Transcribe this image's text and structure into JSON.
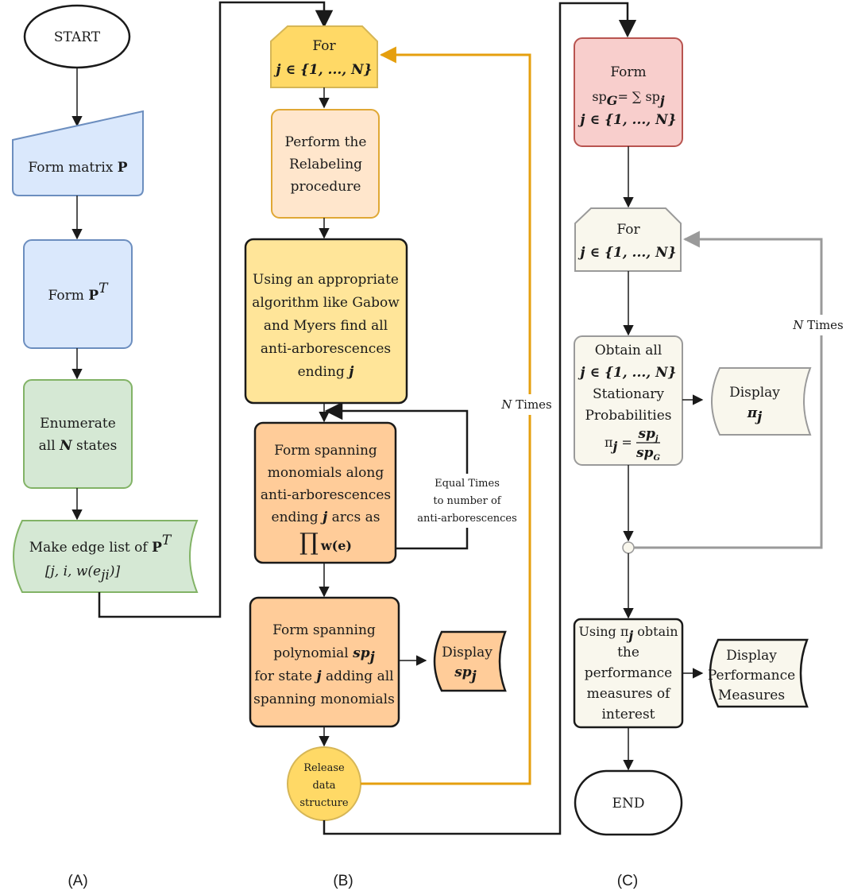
{
  "colors": {
    "blue_fill": "#dae8fc",
    "blue_stroke": "#6c8ebf",
    "green_fill": "#d5e8d4",
    "green_stroke": "#82b366",
    "yellow_fill": "#ffd966",
    "yellow_stroke": "#d6b656",
    "light_yellow_fill": "#fff2cc",
    "peach_fill": "#ffe6cc",
    "peach_stroke": "#d79b00",
    "orange_fill": "#ffcc99",
    "orange_loop": "#e59f0e",
    "red_fill": "#f8cecc",
    "red_stroke": "#b85450",
    "beige_fill": "#f9f7ed",
    "gray_stroke": "#9a9a9a"
  },
  "panel_a": {
    "label": "(A)",
    "start": "START",
    "form_matrix": "Form matrix P",
    "form_transpose": {
      "text": "Form ",
      "math": "P",
      "sup": "T"
    },
    "enumerate": [
      "Enumerate",
      "all N states"
    ],
    "edge_list": {
      "line1_text": "Make edge list of ",
      "line1_math": "P",
      "line1_sup": "T",
      "line2": "[j, i, w(e",
      "line2_sub": "ji",
      "line2_end": ")]"
    }
  },
  "panel_b": {
    "label": "(B)",
    "for_loop": [
      "For",
      "j ∈ {1, ..., N}"
    ],
    "relabel": [
      "Perform the",
      "Relabeling",
      "procedure"
    ],
    "gabow": [
      "Using an appropriate",
      "algorithm like Gabow",
      "and Myers find all",
      "anti-arborescences",
      "ending j"
    ],
    "monomials": [
      "Form spanning",
      "monomials along",
      "anti-arborescences",
      "ending j  arcs as",
      "∏ w(e)"
    ],
    "inner_loop_label": [
      "Equal Times",
      "to number of",
      "anti-arborescences"
    ],
    "polynomial": [
      "Form spanning",
      "polynomial sp",
      "for state j adding all",
      "spanning monomials"
    ],
    "display_sp": [
      "Display",
      "sp"
    ],
    "release": [
      "Release",
      "data",
      "structure"
    ],
    "outer_loop_label": "N Times"
  },
  "panel_c": {
    "label": "(C)",
    "form_spg": [
      "Form",
      "sp",
      "= ∑ sp",
      "j ∈ {1, ..., N}"
    ],
    "for_loop": [
      "For",
      "j ∈ {1, ..., N}"
    ],
    "obtain": [
      "Obtain all",
      "j ∈ {1, ..., N}",
      "Stationary",
      "Probabilities",
      "π"
    ],
    "display_pi": [
      "Display",
      "π"
    ],
    "loop_label": "N Times",
    "perf": [
      "Using π",
      "obtain",
      "the",
      "performance",
      "measures of",
      "interest"
    ],
    "display_perf": [
      "Display",
      "Performance",
      "Measures"
    ],
    "end": "END"
  }
}
